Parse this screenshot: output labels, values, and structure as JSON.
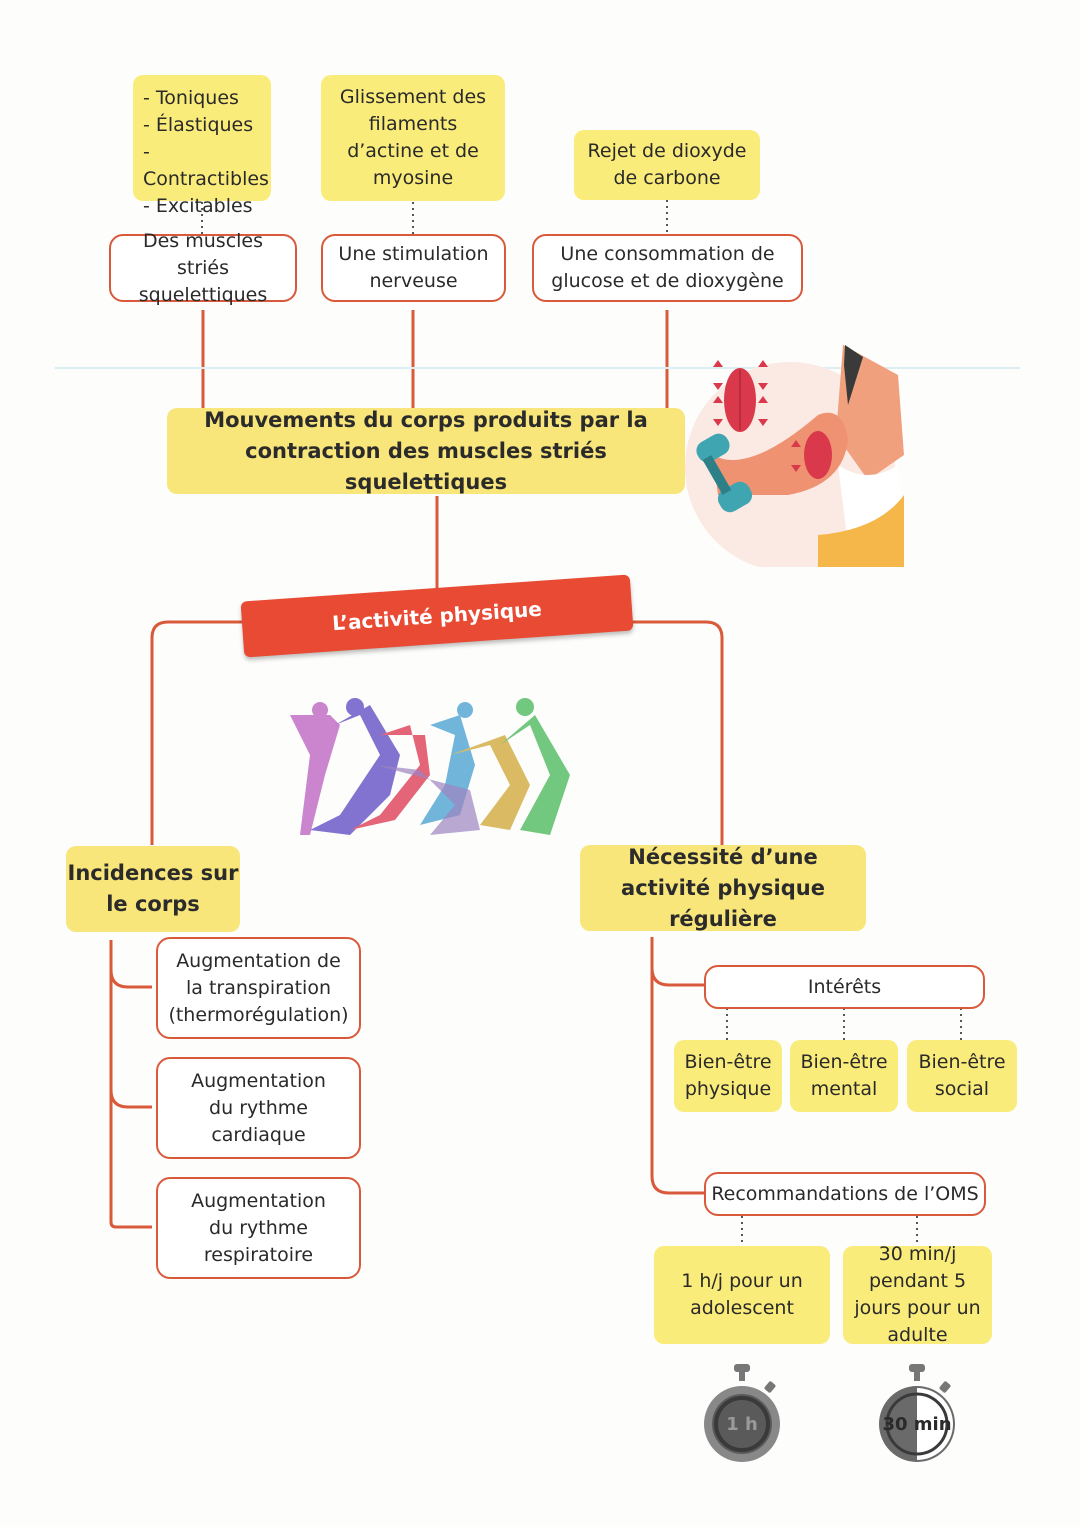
{
  "top": {
    "properties": [
      "- Toniques",
      "- Élastiques",
      "- Contractibles",
      "- Excitables"
    ],
    "sliding": "Glissement des filaments d’actine et de myosine",
    "rejection": "Rejet de dioxyde de carbone",
    "muscles": "Des muscles striés squelettiques",
    "stimulation": "Une stimulation nerveuse",
    "consumption": "Une consommation de glucose et de dioxygène"
  },
  "center": {
    "movements": "Mouvements du corps produits par la contraction des muscles striés squelettiques",
    "activity": "L’activité physique"
  },
  "left": {
    "title": "Incidences sur le corps",
    "items": [
      "Augmentation de la transpiration (thermorégulation)",
      "Augmentation du rythme cardiaque",
      "Augmentation du rythme respiratoire"
    ]
  },
  "right": {
    "title": "Nécessité d’une activité physique régulière",
    "interests_title": "Intérêts",
    "interests": [
      "Bien-être physique",
      "Bien-être mental",
      "Bien-être social"
    ],
    "oms_title": "Recommandations de l’OMS",
    "recommendations": [
      "1 h/j pour un adolescent",
      "30 min/j pendant 5 jours pour un adulte"
    ],
    "timers": [
      "1 h",
      "30 min"
    ]
  },
  "colors": {
    "yellow": "#faec7a",
    "red": "#d95a3a",
    "banner": "#e84a33"
  },
  "icons": [
    "muscle-arm-icon",
    "athletes-silhouettes-icon",
    "stopwatch-icon"
  ]
}
